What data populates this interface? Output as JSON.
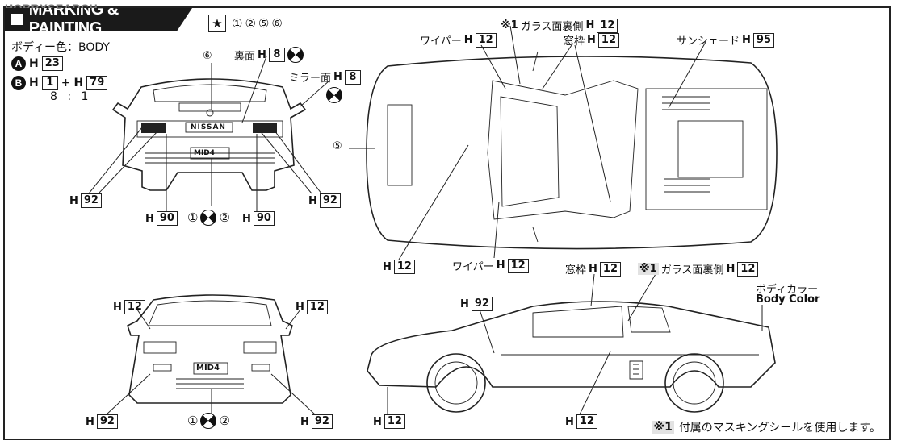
{
  "watermark": "HOBBYSEARCH",
  "banner": {
    "title": "MARKING & PAINTING"
  },
  "paint_set": [
    "①",
    "②",
    "⑤",
    "⑥"
  ],
  "body_color_line": "ボディー色：BODY",
  "mix": {
    "a_letter": "A",
    "a_h": "H",
    "a_code": "23",
    "b_letter": "B",
    "b_h1": "H",
    "b_code1": "1",
    "b_plus": "+",
    "b_h2": "H",
    "b_code2": "79",
    "ratio": "8 : 1"
  },
  "labels": {
    "rear_top_num": "⑥",
    "rear_inner": {
      "text": "裏面",
      "h": "H",
      "code": "8"
    },
    "mirror": {
      "text": "ミラー面",
      "h": "H",
      "code": "8"
    },
    "rear_h92_left": {
      "h": "H",
      "code": "92"
    },
    "rear_h92_right": {
      "h": "H",
      "code": "92"
    },
    "rear_h90_left": {
      "h": "H",
      "code": "90"
    },
    "rear_h90_right": {
      "h": "H",
      "code": "90"
    },
    "rear_bottom": {
      "n1": "①",
      "n2": "②"
    },
    "top_glass": {
      "note": "※1",
      "text": "ガラス面裏側",
      "h": "H",
      "code": "12"
    },
    "top_wiper_top": {
      "text": "ワイパー",
      "h": "H",
      "code": "12"
    },
    "top_window_frame": {
      "text": "窓枠",
      "h": "H",
      "code": "12"
    },
    "top_sunshade": {
      "text": "サンシェード",
      "h": "H",
      "code": "95"
    },
    "top_num5": "⑤",
    "top_h12_bottom": {
      "h": "H",
      "code": "12"
    },
    "top_wiper_bottom": {
      "text": "ワイパー",
      "h": "H",
      "code": "12"
    },
    "front_h12_left": {
      "h": "H",
      "code": "12"
    },
    "front_h12_right": {
      "h": "H",
      "code": "12"
    },
    "front_h92_left": {
      "h": "H",
      "code": "92"
    },
    "front_h92_right": {
      "h": "H",
      "code": "92"
    },
    "front_bottom": {
      "n1": "①",
      "n2": "②"
    },
    "side_window_frame": {
      "text": "窓枠",
      "h": "H",
      "code": "12"
    },
    "side_glass": {
      "note": "※1",
      "text": "ガラス面裏側",
      "h": "H",
      "code": "12"
    },
    "side_h92": {
      "h": "H",
      "code": "92"
    },
    "side_body_color_jp": "ボディカラー",
    "side_body_color_en": "Body Color",
    "side_h12_bottom_left": {
      "h": "H",
      "code": "12"
    },
    "side_h12_bottom_mid": {
      "h": "H",
      "code": "12"
    }
  },
  "plates": {
    "rear": "MID4",
    "front": "MID4",
    "rear_badge": "NISSAN"
  },
  "footnote": {
    "note": "※1",
    "text": "付属のマスキングシールを使用します。"
  }
}
